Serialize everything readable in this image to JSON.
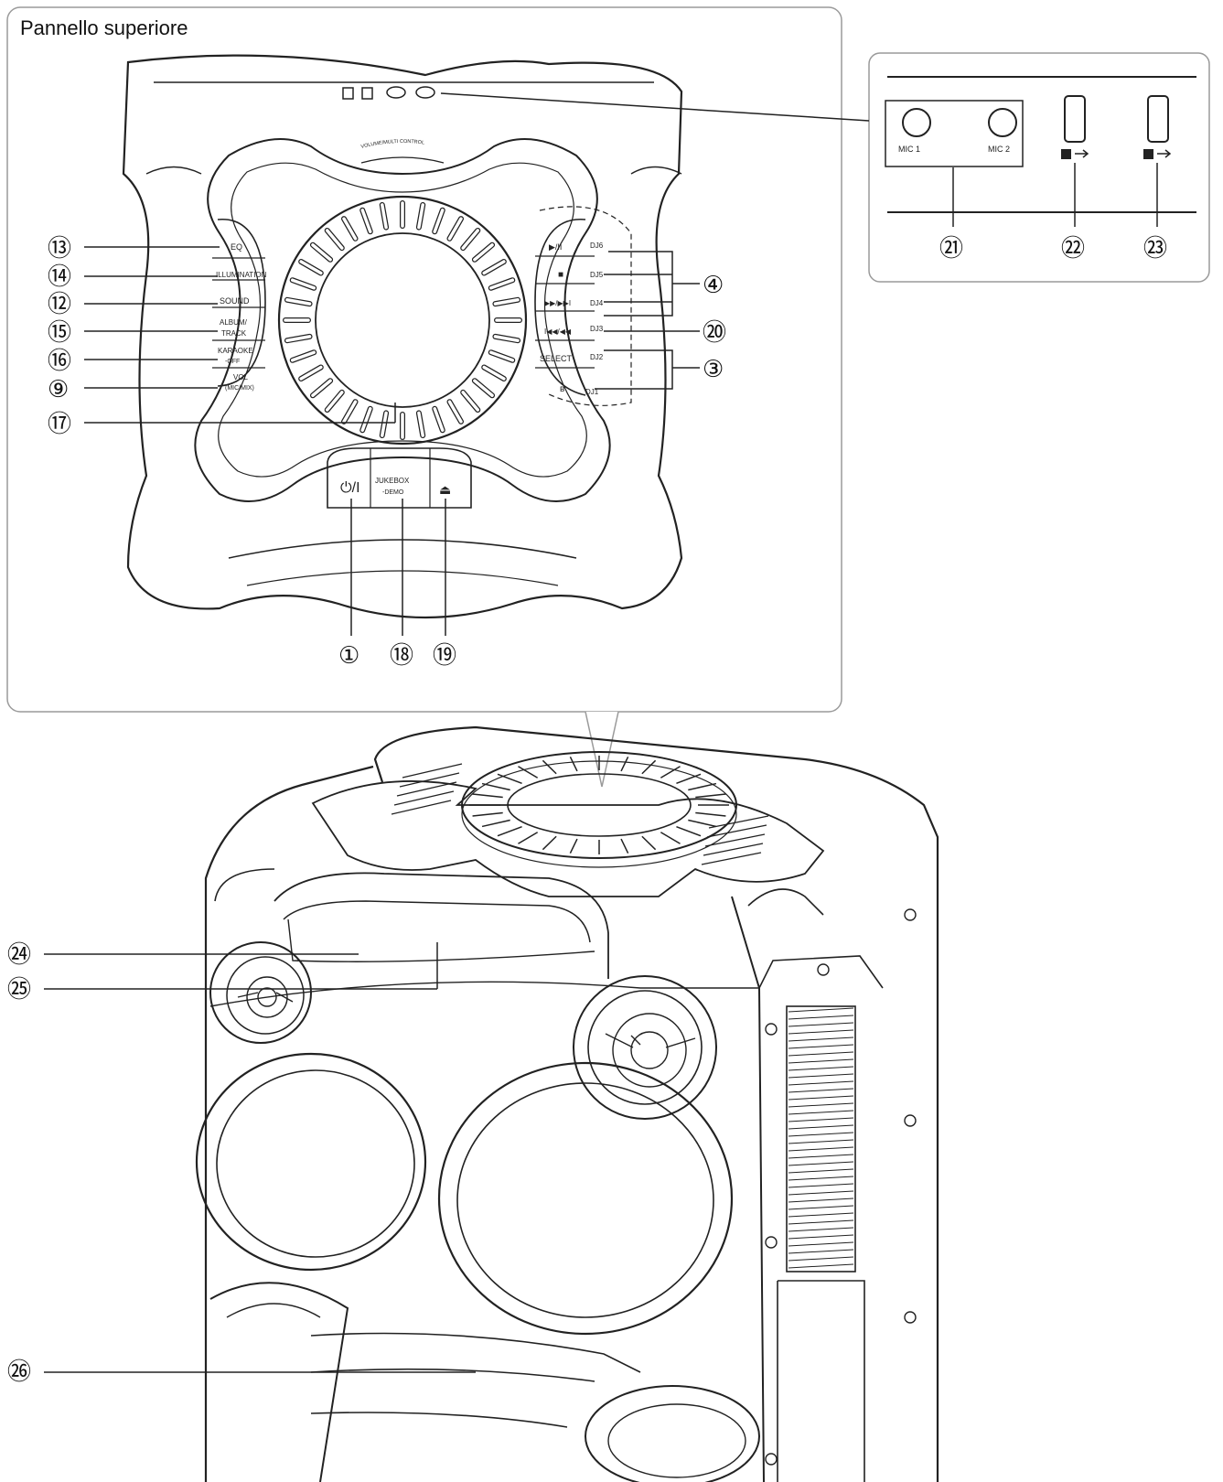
{
  "panel": {
    "title": "Pannello superiore"
  },
  "top_panel_buttons": {
    "eq": "EQ",
    "illumination": "ILLUMINATION",
    "sound": "SOUND",
    "album_track_1": "ALBUM/",
    "album_track_2": "TRACK",
    "karaoke_1": "KARAOKE",
    "karaoke_2": "-OFF",
    "vol_1": "VOL",
    "vol_2": "(MIC/MIX)",
    "play_pause": "▶/II",
    "stop": "■",
    "skip_forward": "▶▶/▶▶I",
    "skip_back": "I◀◀/◀◀",
    "select": "SELECT",
    "bluetooth": "ʙ",
    "dj6": "DJ6",
    "dj5": "DJ5",
    "dj4": "DJ4",
    "dj3": "DJ3",
    "dj2": "DJ2",
    "dj1": "DJ1",
    "power": "⏻/I",
    "jukebox_1": "JUKEBOX",
    "jukebox_2": "-DEMO",
    "eject": "⏏",
    "volume_dial": "VOLUME/MULTI CONTROL"
  },
  "inset": {
    "mic1": "MIC 1",
    "mic2": "MIC 2"
  },
  "callouts": {
    "c13": "⑬",
    "c14": "⑭",
    "c12": "⑫",
    "c15": "⑮",
    "c16": "⑯",
    "c9": "⑨",
    "c17": "⑰",
    "c4": "④",
    "c20": "⑳",
    "c3": "③",
    "c1": "①",
    "c18": "⑱",
    "c19": "⑲",
    "c21": "㉑",
    "c22": "㉒",
    "c23": "㉓",
    "c24": "㉔",
    "c25": "㉕",
    "c26": "㉖"
  },
  "colors": {
    "line": "#222222",
    "frame": "#9a9a9a",
    "paper": "#ffffff"
  }
}
